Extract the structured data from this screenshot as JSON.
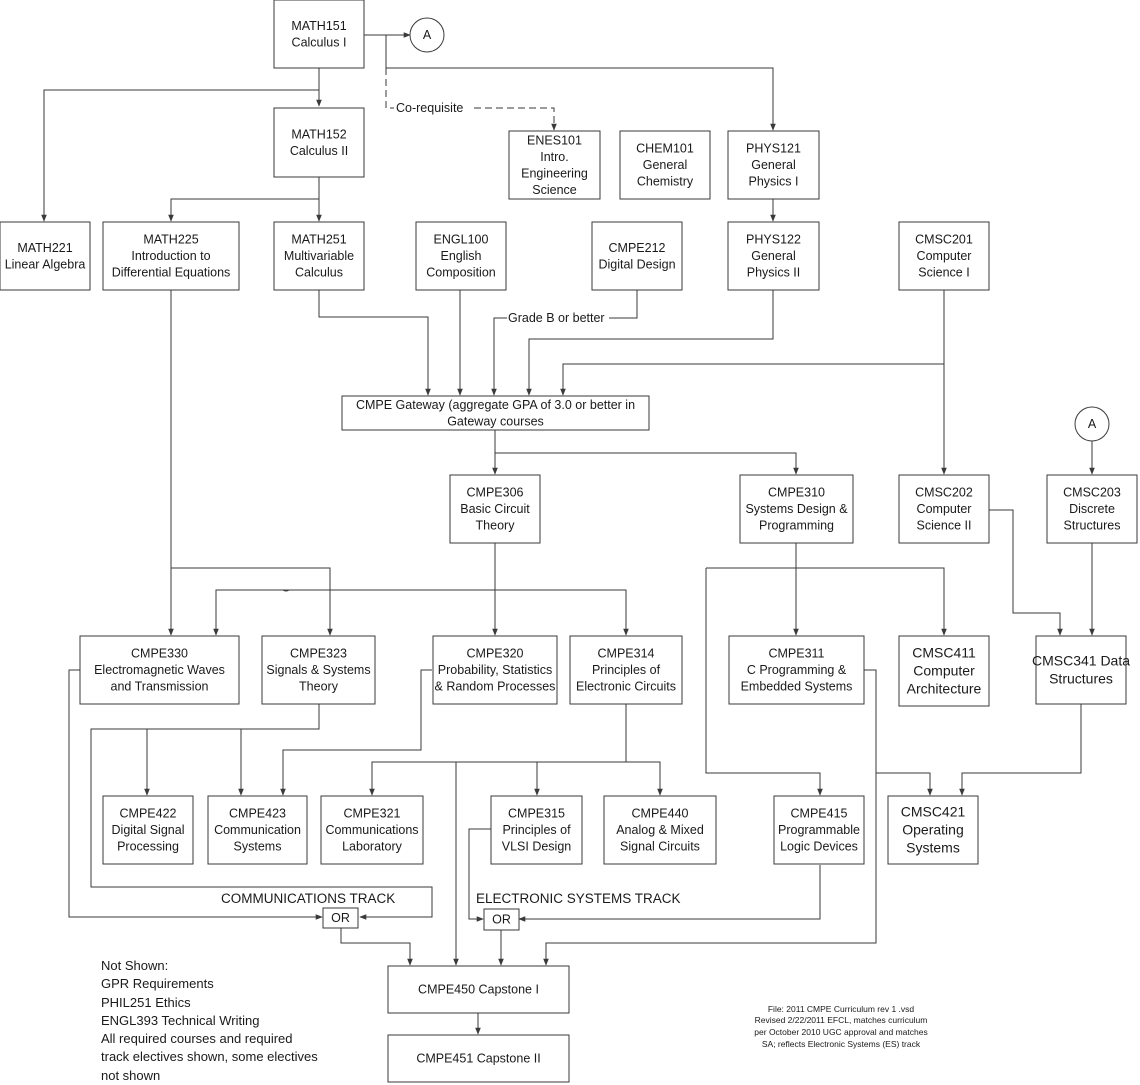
{
  "nodes": {
    "math151": [
      "MATH151",
      "Calculus I"
    ],
    "math152": [
      "MATH152",
      "Calculus II"
    ],
    "enes101": [
      "ENES101",
      "Intro.",
      "Engineering",
      "Science"
    ],
    "chem101": [
      "CHEM101",
      "General",
      "Chemistry"
    ],
    "phys121": [
      "PHYS121",
      "General",
      "Physics I"
    ],
    "math221": [
      "MATH221",
      "Linear Algebra"
    ],
    "math225": [
      "MATH225",
      "Introduction to",
      "Differential Equations"
    ],
    "math251": [
      "MATH251",
      "Multivariable",
      "Calculus"
    ],
    "engl100": [
      "ENGL100",
      "English",
      "Composition"
    ],
    "cmpe212": [
      "CMPE212",
      "Digital Design"
    ],
    "phys122": [
      "PHYS122",
      "General",
      "Physics II"
    ],
    "cmsc201": [
      "CMSC201",
      "Computer",
      "Science I"
    ],
    "gateway": [
      "CMPE Gateway (aggregate GPA of 3.0 or better in",
      "Gateway courses"
    ],
    "cmpe306": [
      "CMPE306",
      "Basic Circuit",
      "Theory"
    ],
    "cmpe310": [
      "CMPE310",
      "Systems Design &",
      "Programming"
    ],
    "cmsc202": [
      "CMSC202",
      "Computer",
      "Science II"
    ],
    "cmsc203": [
      "CMSC203",
      "Discrete",
      "Structures"
    ],
    "cmpe330": [
      "CMPE330",
      "Electromagnetic Waves",
      "and Transmission"
    ],
    "cmpe323": [
      "CMPE323",
      "Signals & Systems",
      "Theory"
    ],
    "cmpe320": [
      "CMPE320",
      "Probability, Statistics",
      "& Random Processes"
    ],
    "cmpe314": [
      "CMPE314",
      "Principles of",
      "Electronic Circuits"
    ],
    "cmpe311": [
      "CMPE311",
      "C Programming &",
      "Embedded Systems"
    ],
    "cmsc411": [
      "CMSC411",
      "Computer",
      "Architecture"
    ],
    "cmsc341": [
      "CMSC341 Data",
      "Structures"
    ],
    "cmpe422": [
      "CMPE422",
      "Digital Signal",
      "Processing"
    ],
    "cmpe423": [
      "CMPE423",
      "Communication",
      "Systems"
    ],
    "cmpe321": [
      "CMPE321",
      "Communications",
      "Laboratory"
    ],
    "cmpe315": [
      "CMPE315",
      "Principles of",
      "VLSI Design"
    ],
    "cmpe440": [
      "CMPE440",
      "Analog & Mixed",
      "Signal Circuits"
    ],
    "cmpe415": [
      "CMPE415",
      "Programmable",
      "Logic Devices"
    ],
    "cmsc421": [
      "CMSC421",
      "Operating",
      "Systems"
    ],
    "cmpe450": [
      "CMPE450 Capstone I"
    ],
    "cmpe451": [
      "CMPE451 Capstone II"
    ],
    "or_comm": [
      "OR"
    ],
    "or_es": [
      "OR"
    ]
  },
  "connectors": {
    "a_top": "A",
    "a_right": "A"
  },
  "labels": {
    "corequisite": "Co-requisite",
    "grade_b": "Grade B or better",
    "comm_track": "COMMUNICATIONS TRACK",
    "es_track": "ELECTRONIC SYSTEMS TRACK"
  },
  "notes": [
    "Not Shown:",
    "GPR Requirements",
    "PHIL251 Ethics",
    "ENGL393 Technical Writing",
    "All required courses  and required",
    "track electives shown, some electives",
    "not shown"
  ],
  "file_info": [
    "File: 2011 CMPE Curriculum rev 1 .vsd",
    "Revised 2/22/2011 EFCL, matches curriculum",
    "per October 2010 UGC approval and matches",
    "SA; reflects Electronic Systems (ES) track"
  ]
}
